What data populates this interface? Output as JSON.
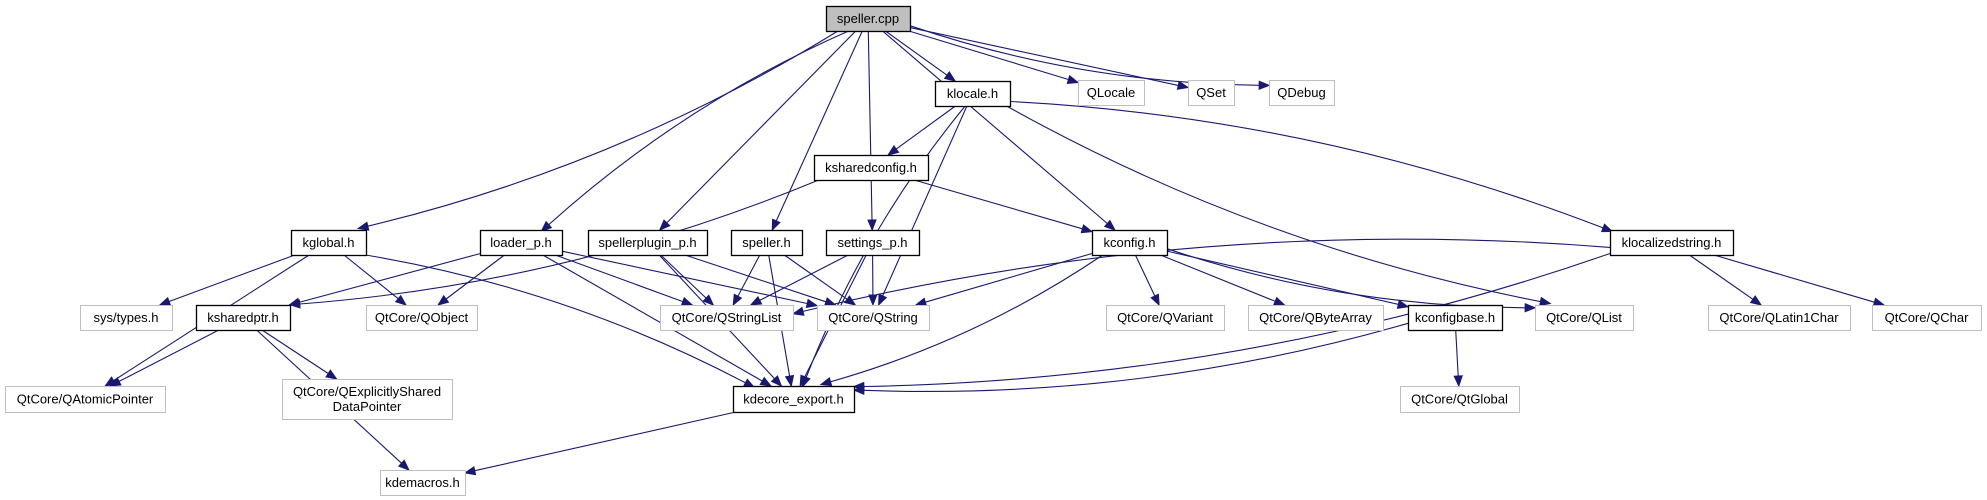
{
  "title": "speller.cpp include dependency graph",
  "colors": {
    "edge": "#191970",
    "root_fill": "#bfbfbf",
    "internal_border": "#000000",
    "external_border": "#bfbfbf",
    "background": "#ffffff"
  },
  "nodes": [
    {
      "id": "speller_cpp",
      "label": "speller.cpp",
      "kind": "root"
    },
    {
      "id": "klocale_h",
      "label": "klocale.h",
      "kind": "internal"
    },
    {
      "id": "QLocale",
      "label": "QLocale",
      "kind": "external"
    },
    {
      "id": "QSet",
      "label": "QSet",
      "kind": "external"
    },
    {
      "id": "QDebug",
      "label": "QDebug",
      "kind": "external"
    },
    {
      "id": "ksharedconfig_h",
      "label": "ksharedconfig.h",
      "kind": "internal"
    },
    {
      "id": "kglobal_h",
      "label": "kglobal.h",
      "kind": "internal"
    },
    {
      "id": "loader_p_h",
      "label": "loader_p.h",
      "kind": "internal"
    },
    {
      "id": "spellerplugin_p_h",
      "label": "spellerplugin_p.h",
      "kind": "internal"
    },
    {
      "id": "speller_h",
      "label": "speller.h",
      "kind": "internal"
    },
    {
      "id": "settings_p_h",
      "label": "settings_p.h",
      "kind": "internal"
    },
    {
      "id": "kconfig_h",
      "label": "kconfig.h",
      "kind": "internal"
    },
    {
      "id": "klocalizedstring_h",
      "label": "klocalizedstring.h",
      "kind": "internal"
    },
    {
      "id": "sys_types_h",
      "label": "sys/types.h",
      "kind": "external"
    },
    {
      "id": "ksharedptr_h",
      "label": "ksharedptr.h",
      "kind": "internal"
    },
    {
      "id": "QObject",
      "label": "QtCore/QObject",
      "kind": "external"
    },
    {
      "id": "QStringList",
      "label": "QtCore/QStringList",
      "kind": "external"
    },
    {
      "id": "QString",
      "label": "QtCore/QString",
      "kind": "external"
    },
    {
      "id": "QVariant",
      "label": "QtCore/QVariant",
      "kind": "external"
    },
    {
      "id": "QByteArray",
      "label": "QtCore/QByteArray",
      "kind": "external"
    },
    {
      "id": "kconfigbase_h",
      "label": "kconfigbase.h",
      "kind": "internal"
    },
    {
      "id": "QList",
      "label": "QtCore/QList",
      "kind": "external"
    },
    {
      "id": "QLatin1Char",
      "label": "QtCore/QLatin1Char",
      "kind": "external"
    },
    {
      "id": "QChar",
      "label": "QtCore/QChar",
      "kind": "external"
    },
    {
      "id": "QAtomicPointer",
      "label": "QtCore/QAtomicPointer",
      "kind": "external"
    },
    {
      "id": "QExplicitlySharedDataPointer",
      "label": "QtCore/QExplicitlyShared\nDataPointer",
      "kind": "external"
    },
    {
      "id": "kdecore_export_h",
      "label": "kdecore_export.h",
      "kind": "internal"
    },
    {
      "id": "QtGlobal",
      "label": "QtCore/QtGlobal",
      "kind": "external"
    },
    {
      "id": "kdemacros_h",
      "label": "kdemacros.h",
      "kind": "external"
    }
  ],
  "edges": [
    [
      "speller_cpp",
      "klocale_h"
    ],
    [
      "speller_cpp",
      "QLocale"
    ],
    [
      "speller_cpp",
      "QSet"
    ],
    [
      "speller_cpp",
      "QDebug"
    ],
    [
      "speller_cpp",
      "kglobal_h"
    ],
    [
      "speller_cpp",
      "loader_p_h"
    ],
    [
      "speller_cpp",
      "spellerplugin_p_h"
    ],
    [
      "speller_cpp",
      "speller_h"
    ],
    [
      "speller_cpp",
      "settings_p_h"
    ],
    [
      "speller_cpp",
      "kconfig_h"
    ],
    [
      "klocale_h",
      "ksharedconfig_h"
    ],
    [
      "klocale_h",
      "kdecore_export_h"
    ],
    [
      "klocale_h",
      "QString"
    ],
    [
      "klocale_h",
      "QList"
    ],
    [
      "klocale_h",
      "klocalizedstring_h"
    ],
    [
      "ksharedconfig_h",
      "kconfig_h"
    ],
    [
      "ksharedconfig_h",
      "ksharedptr_h"
    ],
    [
      "kglobal_h",
      "QAtomicPointer"
    ],
    [
      "kglobal_h",
      "sys_types_h"
    ],
    [
      "kglobal_h",
      "QObject"
    ],
    [
      "kglobal_h",
      "kdecore_export_h"
    ],
    [
      "loader_p_h",
      "ksharedptr_h"
    ],
    [
      "loader_p_h",
      "QObject"
    ],
    [
      "loader_p_h",
      "QStringList"
    ],
    [
      "loader_p_h",
      "QString"
    ],
    [
      "loader_p_h",
      "kdecore_export_h"
    ],
    [
      "spellerplugin_p_h",
      "QStringList"
    ],
    [
      "spellerplugin_p_h",
      "QString"
    ],
    [
      "spellerplugin_p_h",
      "kdecore_export_h"
    ],
    [
      "speller_h",
      "QStringList"
    ],
    [
      "speller_h",
      "QString"
    ],
    [
      "speller_h",
      "kdecore_export_h"
    ],
    [
      "settings_p_h",
      "QStringList"
    ],
    [
      "settings_p_h",
      "QString"
    ],
    [
      "settings_p_h",
      "kdecore_export_h"
    ],
    [
      "kconfig_h",
      "QString"
    ],
    [
      "kconfig_h",
      "QVariant"
    ],
    [
      "kconfig_h",
      "QByteArray"
    ],
    [
      "kconfig_h",
      "kconfigbase_h"
    ],
    [
      "kconfig_h",
      "QList"
    ],
    [
      "kconfig_h",
      "kdecore_export_h"
    ],
    [
      "klocalizedstring_h",
      "QStringList"
    ],
    [
      "klocalizedstring_h",
      "QLatin1Char"
    ],
    [
      "klocalizedstring_h",
      "QChar"
    ],
    [
      "klocalizedstring_h",
      "kdecore_export_h"
    ],
    [
      "ksharedptr_h",
      "QAtomicPointer"
    ],
    [
      "ksharedptr_h",
      "QExplicitlySharedDataPointer"
    ],
    [
      "ksharedptr_h",
      "kdemacros_h"
    ],
    [
      "kconfigbase_h",
      "kdecore_export_h"
    ],
    [
      "kconfigbase_h",
      "QtGlobal"
    ],
    [
      "kdecore_export_h",
      "kdemacros_h"
    ]
  ]
}
